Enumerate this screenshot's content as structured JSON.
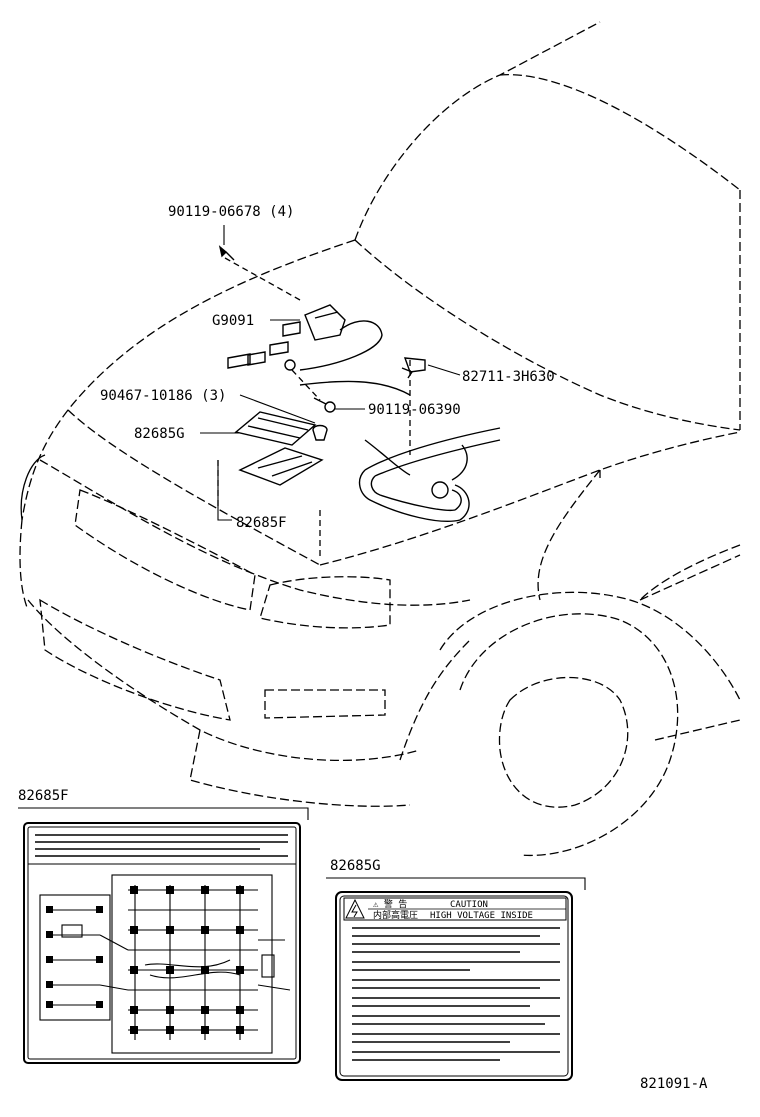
{
  "parts": {
    "bolt_90119_06678": "90119-06678 (4)",
    "g9091": "G9091",
    "clamp_82711": "82711-3H630",
    "clip_90467": "90467-10186 (3)",
    "bolt_90119_06390": "90119-06390",
    "label_82685g": "82685G",
    "label_82685f": "82685F"
  },
  "detail_f": {
    "title": "82685F"
  },
  "detail_g": {
    "title": "82685G",
    "caution_word": "CAUTION",
    "warning_text": "HIGH VOLTAGE INSIDE",
    "jp_text": "内部高電圧"
  },
  "figure_id": "821091-A"
}
